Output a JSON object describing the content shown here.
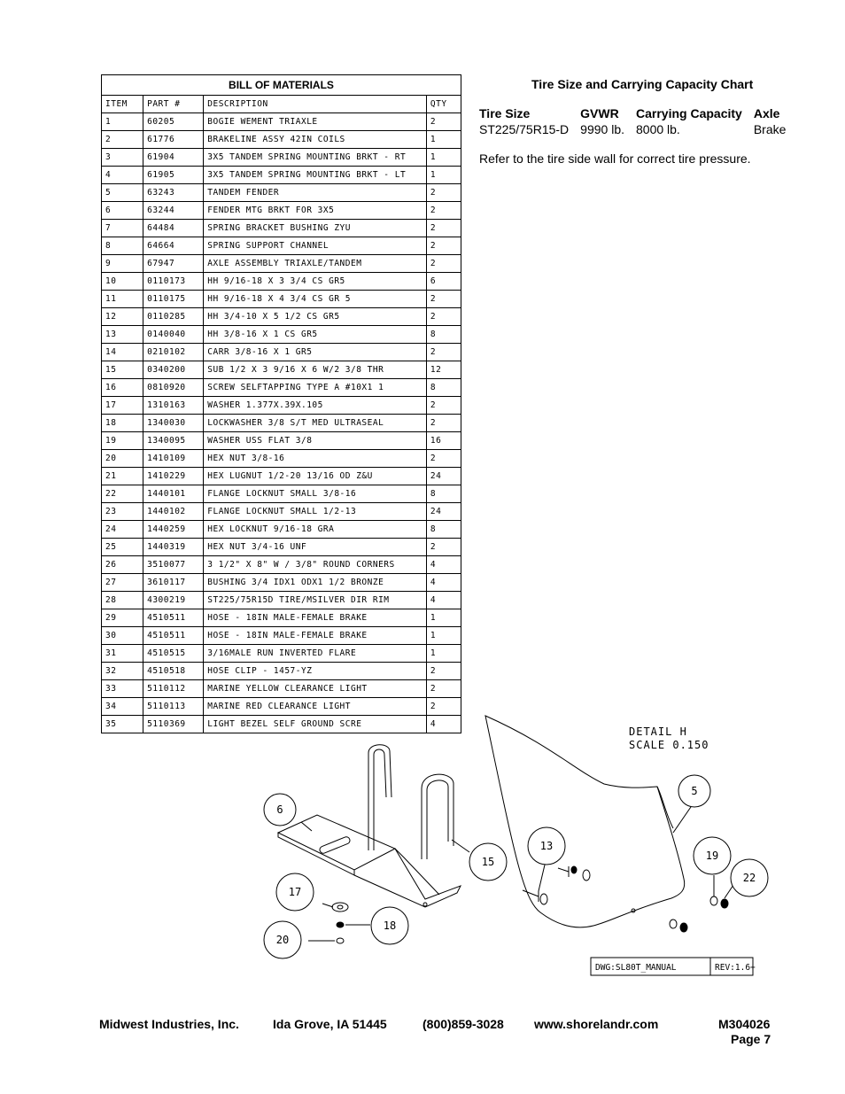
{
  "bom": {
    "title": "BILL OF MATERIALS",
    "headers": [
      "ITEM",
      "PART #",
      "DESCRIPTION",
      "QTY"
    ],
    "rows": [
      [
        "1",
        "60205",
        "BOGIE WEMENT   TRIAXLE",
        "2"
      ],
      [
        "2",
        "61776",
        "BRAKELINE ASSY  42IN COILS",
        "1"
      ],
      [
        "3",
        "61904",
        "3X5 TANDEM SPRING MOUNTING BRKT - RT",
        "1"
      ],
      [
        "4",
        "61905",
        "3X5 TANDEM SPRING MOUNTING BRKT - LT",
        "1"
      ],
      [
        "5",
        "63243",
        "TANDEM FENDER",
        "2"
      ],
      [
        "6",
        "63244",
        "FENDER MTG BRKT FOR 3X5",
        "2"
      ],
      [
        "7",
        "64484",
        "SPRING BRACKET BUSHING   ZYU",
        "2"
      ],
      [
        "8",
        "64664",
        "SPRING SUPPORT CHANNEL",
        "2"
      ],
      [
        "9",
        "67947",
        "AXLE ASSEMBLY TRIAXLE/TANDEM",
        "2"
      ],
      [
        "10",
        "0110173",
        "HH 9/16-18 X 3 3/4 CS GR5",
        "6"
      ],
      [
        "11",
        "0110175",
        "HH 9/16-18 X 4 3/4 CS GR 5",
        "2"
      ],
      [
        "12",
        "0110285",
        "HH 3/4-10 X 5 1/2 CS GR5",
        "2"
      ],
      [
        "13",
        "0140040",
        "HH 3/8-16 X 1 CS GR5",
        "8"
      ],
      [
        "14",
        "0210102",
        "CARR 3/8-16 X 1 GR5",
        "2"
      ],
      [
        "15",
        "0340200",
        "SUB 1/2 X 3 9/16 X 6 W/2 3/8 THR",
        "12"
      ],
      [
        "16",
        "0810920",
        "SCREW SELFTAPPING TYPE A #10X1 1",
        "8"
      ],
      [
        "17",
        "1310163",
        "WASHER 1.377X.39X.105",
        "2"
      ],
      [
        "18",
        "1340030",
        "LOCKWASHER 3/8 S/T MED ULTRASEAL",
        "2"
      ],
      [
        "19",
        "1340095",
        "WASHER USS FLAT 3/8",
        "16"
      ],
      [
        "20",
        "1410109",
        "HEX NUT 3/8-16",
        "2"
      ],
      [
        "21",
        "1410229",
        "HEX LUGNUT 1/2-20 13/16 OD Z&U",
        "24"
      ],
      [
        "22",
        "1440101",
        "FLANGE LOCKNUT SMALL 3/8-16",
        "8"
      ],
      [
        "23",
        "1440102",
        "FLANGE LOCKNUT SMALL 1/2-13",
        "24"
      ],
      [
        "24",
        "1440259",
        "HEX LOCKNUT 9/16-18 GRA",
        "8"
      ],
      [
        "25",
        "1440319",
        "HEX NUT 3/4-16 UNF",
        "2"
      ],
      [
        "26",
        "3510077",
        "3 1/2\" X 8\" W / 3/8\" ROUND CORNERS",
        "4"
      ],
      [
        "27",
        "3610117",
        "BUSHING  3/4 IDX1 ODX1 1/2 BRONZE",
        "4"
      ],
      [
        "28",
        "4300219",
        "ST225/75R15D TIRE/MSILVER DIR RIM",
        "4"
      ],
      [
        "29",
        "4510511",
        "HOSE - 18IN MALE-FEMALE BRAKE",
        "1"
      ],
      [
        "30",
        "4510511",
        "HOSE - 18IN MALE-FEMALE BRAKE",
        "1"
      ],
      [
        "31",
        "4510515",
        "3/16MALE RUN INVERTED FLARE",
        "1"
      ],
      [
        "32",
        "4510518",
        "HOSE CLIP - 1457-YZ",
        "2"
      ],
      [
        "33",
        "5110112",
        "MARINE YELLOW CLEARANCE LIGHT",
        "2"
      ],
      [
        "34",
        "5110113",
        "MARINE RED CLEARANCE LIGHT",
        "2"
      ],
      [
        "35",
        "5110369",
        "LIGHT BEZEL   SELF GROUND   SCRE",
        "4"
      ]
    ]
  },
  "tire_chart": {
    "title": "Tire Size and Carrying Capacity Chart",
    "headers": [
      "Tire Size",
      "GVWR",
      "Carrying Capacity",
      "Axle"
    ],
    "row": [
      "ST225/75R15-D",
      "9990 lb.",
      "8000 lb.",
      "Brake"
    ],
    "note": "Refer to the tire side wall for correct tire pressure."
  },
  "drawing": {
    "detail_line1": "DETAIL  H",
    "detail_line2": "SCALE  0.150",
    "callouts": [
      "6",
      "17",
      "20",
      "18",
      "15",
      "13",
      "5",
      "19",
      "22"
    ],
    "title_block": {
      "dwg": "DWG:SL80T_MANUAL",
      "rev": "REV:1.6+"
    }
  },
  "footer": {
    "company": "Midwest Industries, Inc.",
    "city": "Ida Grove, IA  51445",
    "phone": "(800)859-3028",
    "website": "www.shorelandr.com",
    "doc_number": "M304026",
    "page": "Page 7"
  }
}
